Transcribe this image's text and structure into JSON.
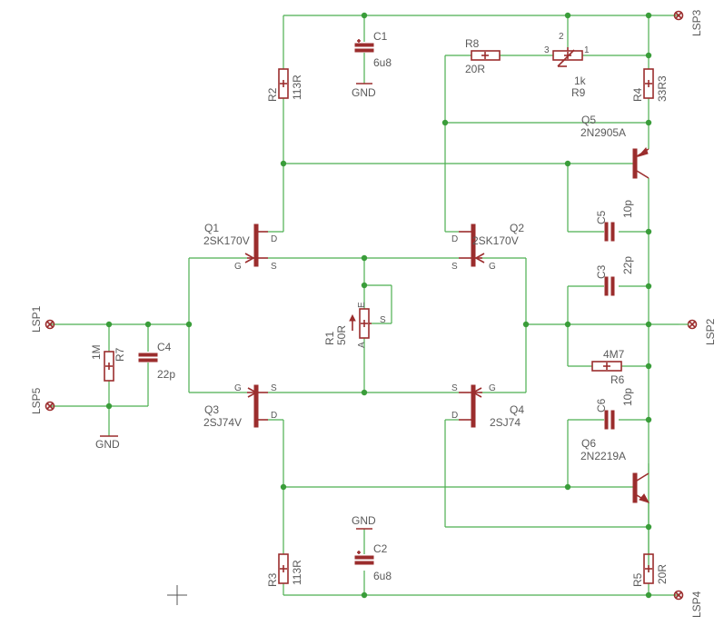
{
  "schematic": {
    "nets": {
      "gnd": "GND"
    },
    "ports": [
      {
        "name": "LSP1"
      },
      {
        "name": "LSP2"
      },
      {
        "name": "LSP3"
      },
      {
        "name": "LSP4"
      },
      {
        "name": "LSP5"
      }
    ],
    "resistors": [
      {
        "ref": "R2",
        "value": "113R"
      },
      {
        "ref": "R3",
        "value": "113R"
      },
      {
        "ref": "R4",
        "value": "33R3"
      },
      {
        "ref": "R5",
        "value": "20R"
      },
      {
        "ref": "R6",
        "value": "4M7"
      },
      {
        "ref": "R7",
        "value": "1M"
      },
      {
        "ref": "R8",
        "value": "20R"
      },
      {
        "ref": "R9",
        "value": "1k"
      },
      {
        "ref": "R1",
        "value": "50R"
      }
    ],
    "capacitors": [
      {
        "ref": "C1",
        "value": "6u8"
      },
      {
        "ref": "C2",
        "value": "6u8"
      },
      {
        "ref": "C3",
        "value": "22p"
      },
      {
        "ref": "C4",
        "value": "22p"
      },
      {
        "ref": "C5",
        "value": "10p"
      },
      {
        "ref": "C6",
        "value": "10p"
      }
    ],
    "transistors": [
      {
        "ref": "Q1",
        "value": "2SK170V"
      },
      {
        "ref": "Q2",
        "value": "2SK170V"
      },
      {
        "ref": "Q3",
        "value": "2SJ74V"
      },
      {
        "ref": "Q4",
        "value": "2SJ74"
      },
      {
        "ref": "Q5",
        "value": "2N2905A"
      },
      {
        "ref": "Q6",
        "value": "2N2219A"
      }
    ],
    "pins": {
      "d": "D",
      "g": "G",
      "s": "S",
      "pot_a": "A",
      "pot_e": "E",
      "pot_s": "S",
      "trim_1": "1",
      "trim_2": "2",
      "trim_3": "3"
    },
    "colors": {
      "wire": "#4caf50",
      "part": "#9b2d2d",
      "junction": "#3a9d3a",
      "text": "#5a5a5a"
    }
  }
}
